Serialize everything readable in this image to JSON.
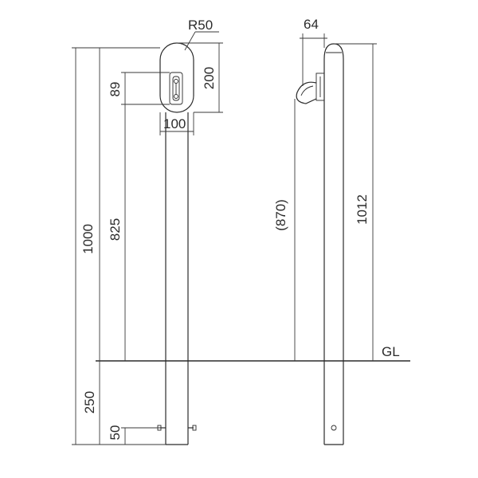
{
  "drawing": {
    "front_view": {
      "dim_radius": "R50",
      "dim_head_height": "200",
      "dim_lock_height": "89",
      "dim_head_width": "100",
      "dim_total_height": "1000",
      "dim_above_ground": "825",
      "dim_embed_depth": "250",
      "dim_pin_height": "50"
    },
    "side_view": {
      "dim_depth": "64",
      "dim_ref_height": "(870)",
      "dim_total_height": "1012",
      "ground_label": "GL"
    }
  }
}
